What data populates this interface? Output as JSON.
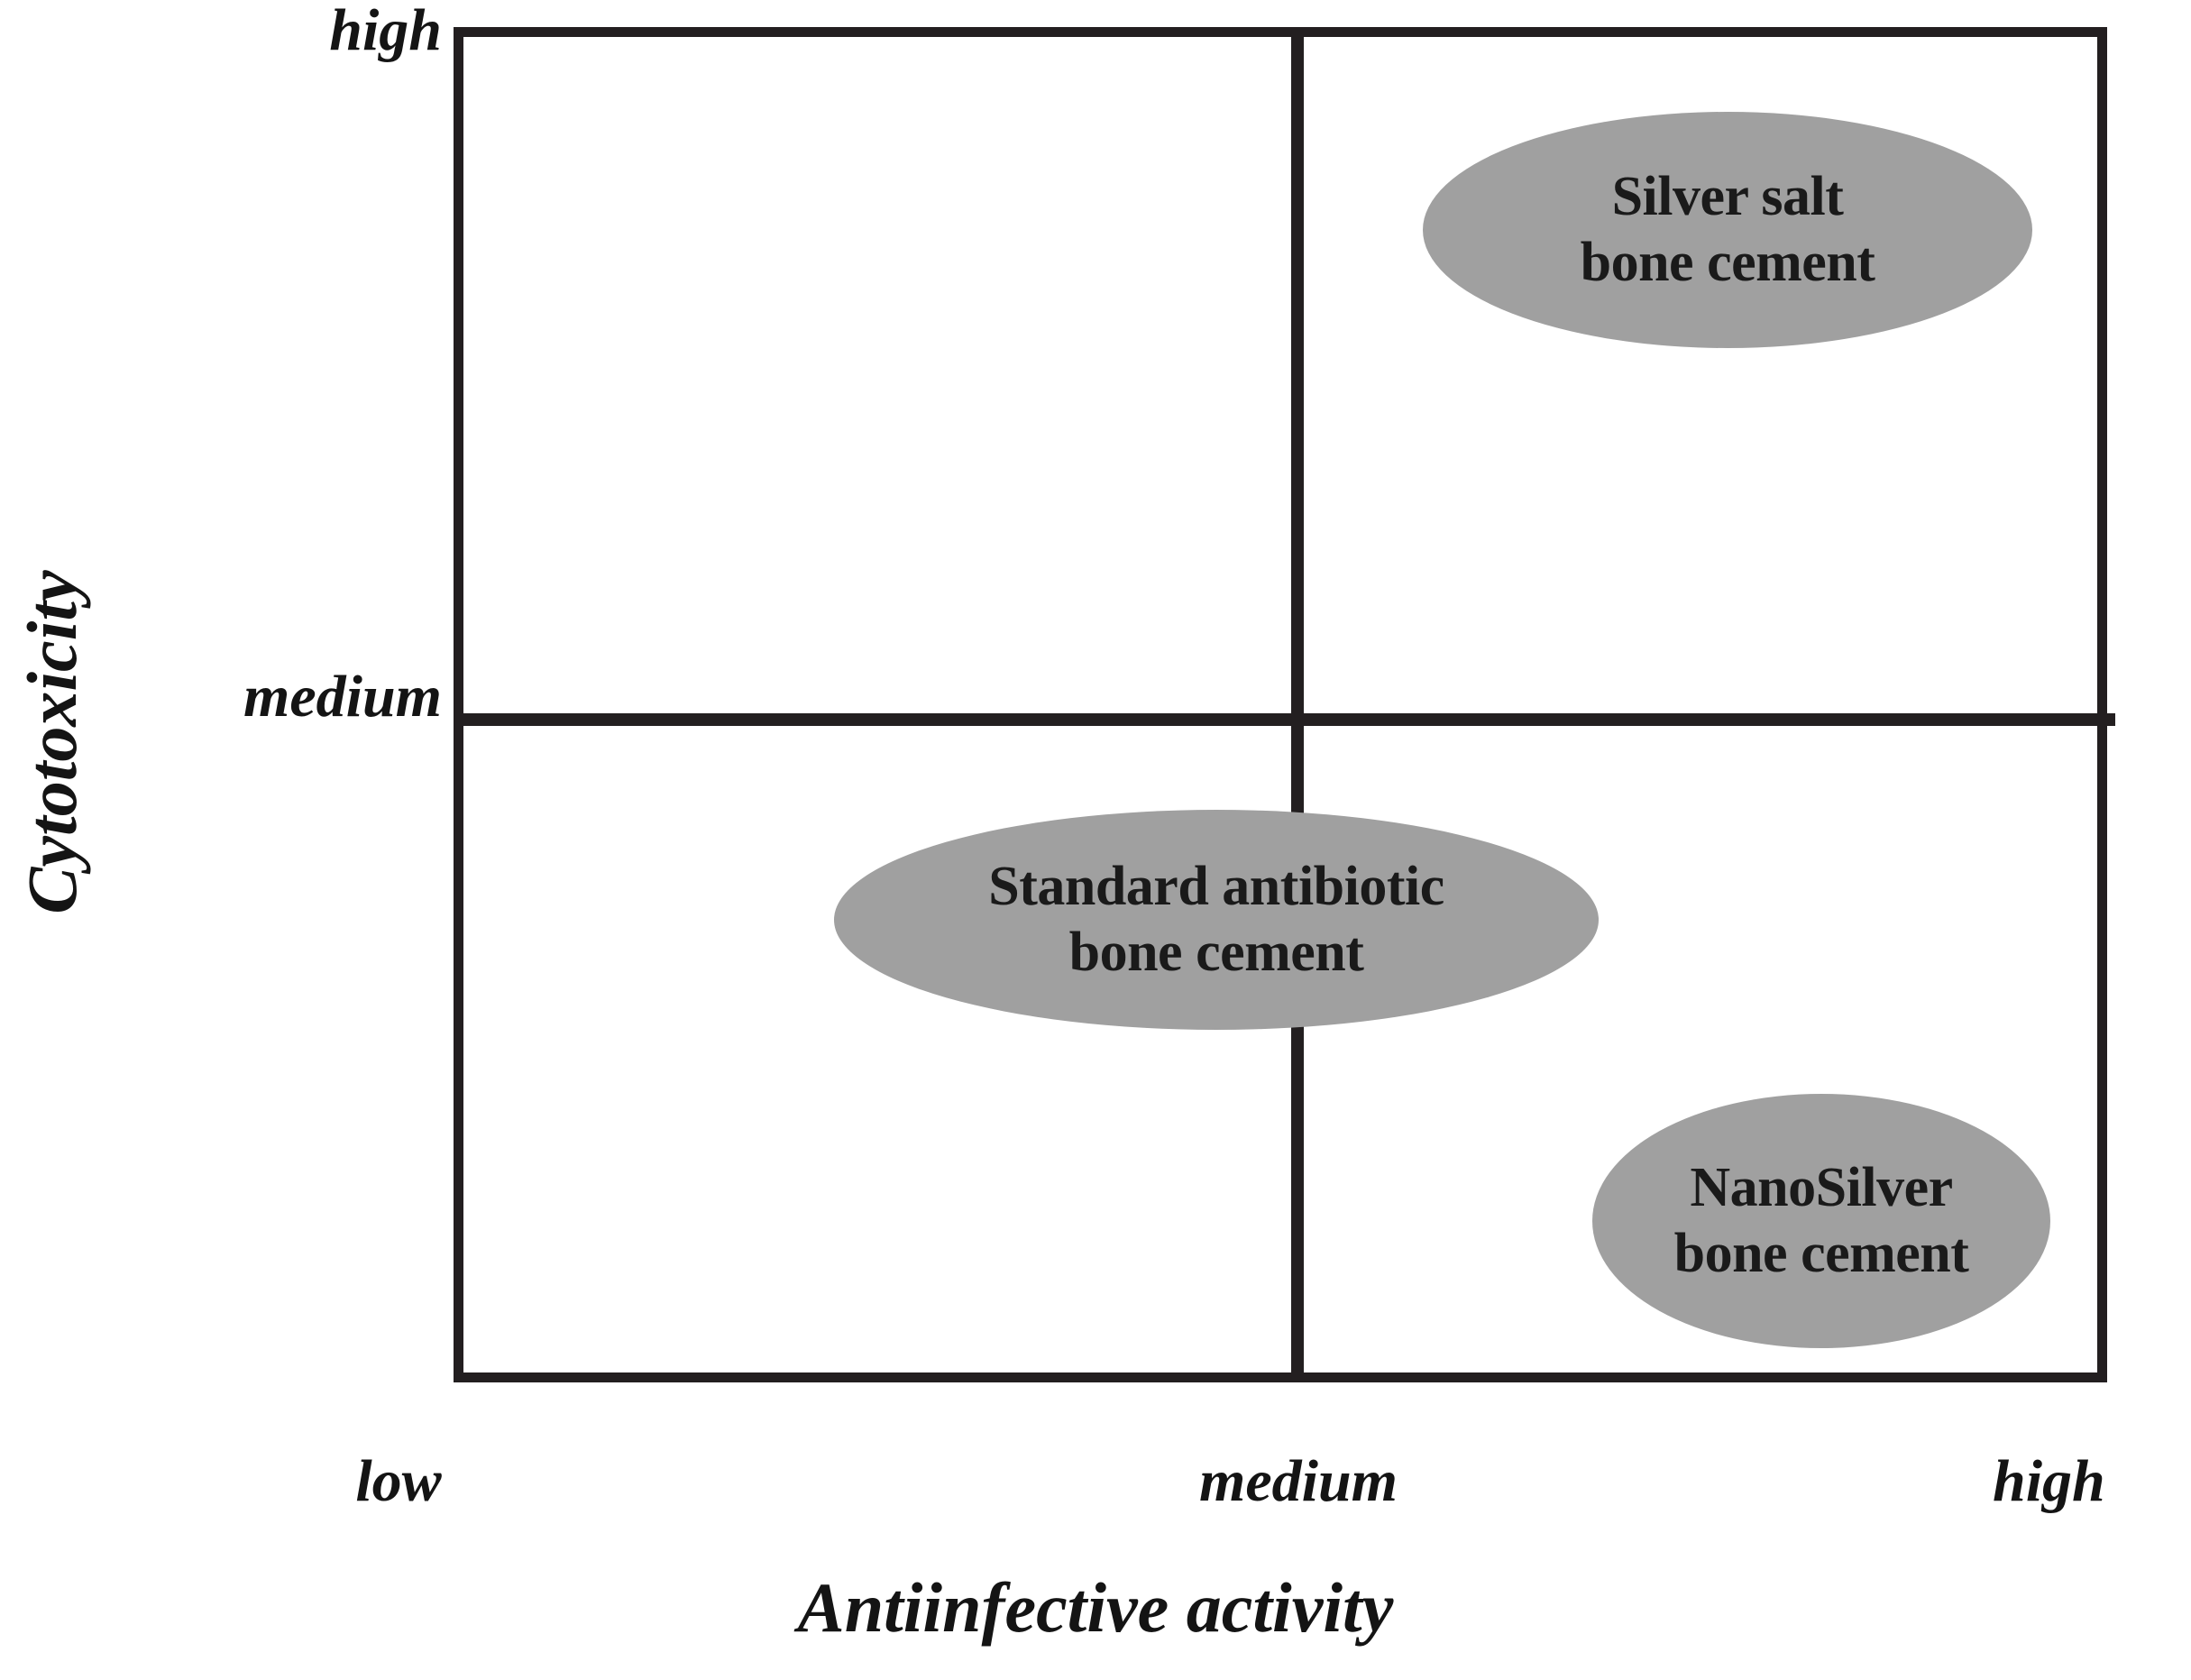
{
  "chart_data": {
    "type": "scatter",
    "title": "",
    "xlabel": "Antiinfective activity",
    "ylabel": "Cytotoxicity",
    "x_tick_labels": [
      "low",
      "medium",
      "high"
    ],
    "y_tick_labels": [
      "medium",
      "high"
    ],
    "xlim": [
      "low",
      "high"
    ],
    "ylim": [
      "low",
      "high"
    ],
    "grid": true,
    "legend": "none",
    "marker_shape": "ellipse",
    "marker_color": "#a0a0a0",
    "frame_color": "#231f20",
    "label_color": "#141414",
    "quadrant_divider_x": "medium",
    "quadrant_divider_y": "medium",
    "points": [
      {
        "label": "Silver salt bone cement",
        "label_line1": "Silver salt",
        "label_line2": "bone cement",
        "x": "high",
        "y": "high",
        "quadrant": "top-right"
      },
      {
        "label": "Standard antibiotic bone cement",
        "label_line1": "Standard antibiotic",
        "label_line2": "bone cement",
        "x": "medium",
        "y": "low",
        "quadrant": "bottom-center"
      },
      {
        "label": "NanoSilver bone cement",
        "label_line1": "NanoSilver",
        "label_line2": "bone cement",
        "x": "high",
        "y": "low",
        "quadrant": "bottom-right"
      }
    ]
  },
  "axes": {
    "x": {
      "title": "Antiinfective activity",
      "ticks": [
        {
          "label": "low"
        },
        {
          "label": "medium"
        },
        {
          "label": "high"
        }
      ]
    },
    "y": {
      "title": "Cytotoxicity",
      "ticks": [
        {
          "label": "high"
        },
        {
          "label": "medium"
        }
      ]
    }
  }
}
